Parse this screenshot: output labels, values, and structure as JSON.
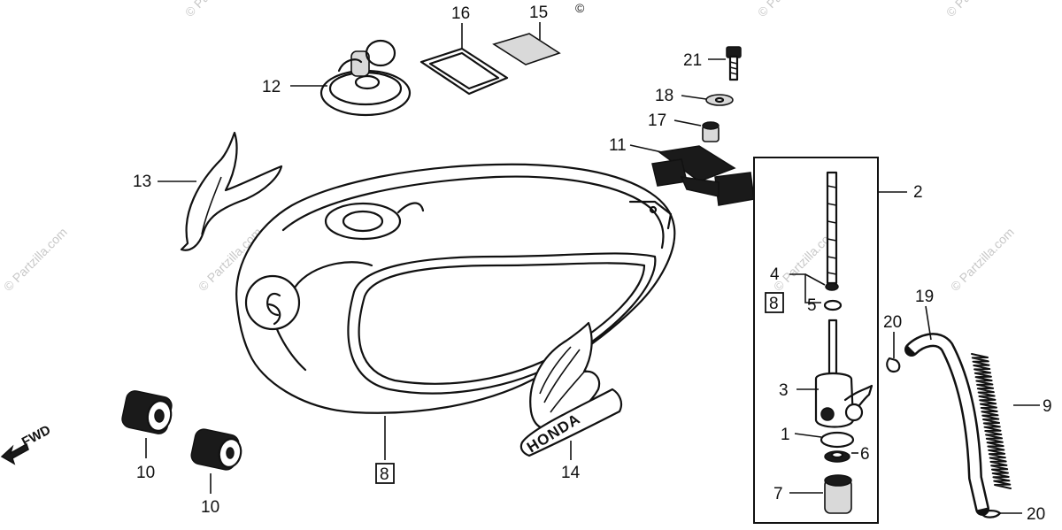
{
  "callouts": {
    "c1": "1",
    "c2": "2",
    "c3": "3",
    "c4": "4",
    "c5": "5",
    "c6": "6",
    "c7": "7",
    "c8_tank": "8",
    "c8_box": "8",
    "c9": "9",
    "c10a": "10",
    "c10b": "10",
    "c11": "11",
    "c12": "12",
    "c13": "13",
    "c14": "14",
    "c15": "15",
    "c16": "16",
    "c17": "17",
    "c18": "18",
    "c19": "19",
    "c20a": "20",
    "c20b": "20",
    "c21": "21"
  },
  "direction": {
    "label": "FWD"
  },
  "emblem": {
    "text": "HONDA"
  },
  "watermark": {
    "text": "© Partzilla.com",
    "copyright": "©"
  },
  "colors": {
    "ink": "#111111",
    "background": "#ffffff",
    "watermark": "#c8c8c8"
  }
}
